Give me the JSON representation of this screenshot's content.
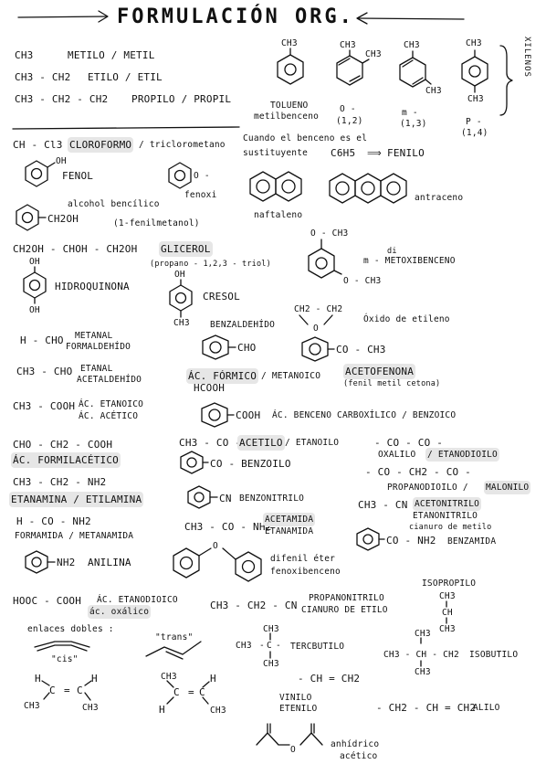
{
  "title": "FORMULACIÓN ORG.",
  "alkyl": [
    {
      "f": "CH3",
      "n": "METILO / METIL"
    },
    {
      "f": "CH3 - CH2",
      "n": "ETILO / ETIL"
    },
    {
      "f": "CH3 - CH2 - CH2",
      "n": "PROPILO / PROPIL"
    }
  ],
  "xylenes": {
    "ch3": "CH3",
    "toluene": [
      "TOLUENO",
      "metilbenceno"
    ],
    "ortho": [
      "O -",
      "(1,2)"
    ],
    "meta": [
      "m -",
      "(1,3)"
    ],
    "para": [
      "P -",
      "(1,4)"
    ],
    "label": "XILENOS"
  },
  "chloroform": {
    "f": "CH - Cl3",
    "n": "CLOROFORMO",
    "alt": "/ triclorometano"
  },
  "fenilo": {
    "l1": "Cuando el benceno es el",
    "l2": "sustituyente",
    "f": "C6H5",
    "arrow": "⟹",
    "n": "FENILO"
  },
  "fenol": {
    "oh": "OH",
    "n": "FENOL"
  },
  "fenoxi": {
    "o": "O -",
    "n": "fenoxi"
  },
  "naftaleno": "naftaleno",
  "antraceno": "antraceno",
  "bencilico": {
    "l1": "alcohol bencílico",
    "f": "CH2OH",
    "l2": "(1-fenilmetanol)"
  },
  "glicerol": {
    "f": "CH2OH - CHOH - CH2OH",
    "n": "GLICEROL",
    "p": "(propano - 1,2,3 - triol)"
  },
  "dimetoxi": {
    "a": "O - CH3",
    "b": "O - CH3",
    "di": "di",
    "n": "m - METOXIBENCENO"
  },
  "hidroquinona": {
    "oh1": "OH",
    "oh2": "OH",
    "n": "HIDROQUINONA"
  },
  "cresol": {
    "oh": "OH",
    "ch3": "CH3",
    "n": "CRESOL"
  },
  "oxido": {
    "f": "CH2 - CH2",
    "o": "O",
    "n": "Óxido de etileno"
  },
  "metanal": {
    "f": "H - CHO",
    "n1": "METANAL",
    "n2": "FORMALDEHÍDO"
  },
  "benzaldehido": {
    "n": "BENZALDEHÍDO",
    "f": "CHO"
  },
  "etanal": {
    "f": "CH3 - CHO",
    "n1": "ETANAL",
    "n2": "ACETALDEHÍDO"
  },
  "formico": {
    "n": "ÁC. FÓRMICO",
    "alt": "/ METANOICO",
    "f": "HCOOH"
  },
  "acetofenona": {
    "f": "CO - CH3",
    "n": "ACETOFENONA",
    "alt": "(fenil metil cetona)"
  },
  "etanoico": {
    "f": "CH3 - COOH",
    "n1": "ÁC. ETANOICO",
    "n2": "ÁC. ACÉTICO"
  },
  "benzoico": {
    "f": "COOH",
    "n": "ÁC. BENCENO CARBOXÍLICO / BENZOICO"
  },
  "formilacetico": {
    "f": "CHO - CH2 - COOH",
    "n": "ÁC. FORMILACÉTICO"
  },
  "acetilo": {
    "f": "CH3 - CO -",
    "n": "ACETILO",
    "alt": "/ ETANOILO"
  },
  "oxalilo": {
    "f": "- CO - CO -",
    "n1": "OXALILO",
    "n2": "/ ETANODIOILO"
  },
  "benzoilo": {
    "f": "CO - BENZOILO"
  },
  "propanodioilo": {
    "f": "- CO - CH2 - CO -",
    "n1": "PROPANODIOILO /",
    "n2": "MALONILO"
  },
  "etanamina": {
    "f": "CH3 - CH2 - NH2",
    "n": "ETANAMINA / ETILAMINA"
  },
  "benzonitrilo": {
    "f": "CN",
    "n": "BENZONITRILO"
  },
  "acetonitrilo": {
    "f": "CH3 - CN",
    "n1": "ACETONITRILO",
    "n2": "ETANONITRILO",
    "n3": "cianuro de metilo"
  },
  "formamida": {
    "f": "H - CO - NH2",
    "n": "FORMAMIDA / METANAMIDA"
  },
  "acetamida": {
    "f": "CH3 - CO - NH2",
    "n1": "ACETAMIDA",
    "n2": "ETANAMIDA"
  },
  "benzamida": {
    "f": "CO - NH2",
    "n": "BENZAMIDA"
  },
  "anilina": {
    "f": "NH2",
    "n": "ANILINA"
  },
  "difenil": {
    "o": "O",
    "n1": "difenil éter",
    "n2": "fenoxibenceno"
  },
  "oxalico": {
    "f": "HOOC - COOH",
    "n1": "ÁC. ETANODIOICO",
    "n2": "ác. oxálico"
  },
  "propanonitrilo": {
    "f": "CH3 - CH2 - CN",
    "n1": "PROPANONITRILO",
    "n2": "CIANURO DE ETILO"
  },
  "isopropilo": {
    "n": "ISOPROPILO",
    "a": "CH3",
    "b": "CH",
    "c": "CH3"
  },
  "dobles": {
    "l": "enlaces dobles :",
    "cis": "\"cis\"",
    "trans": "\"trans\"",
    "h": "H",
    "c": "C",
    "ch3": "CH3",
    "eq": "="
  },
  "terbutilo": {
    "ch3": "CH3",
    "c": "C",
    "n": "TERCBUTILO"
  },
  "isobutilo": {
    "f": "CH3 - CH - CH2",
    "a": "CH3",
    "b": "CH3",
    "n": "ISOBUTILO"
  },
  "vinilo": {
    "f": "- CH = CH2",
    "n1": "VINILO",
    "n2": "ETENILO"
  },
  "alilo": {
    "f": "- CH2 - CH = CH2",
    "n": "ALILO"
  },
  "anhidrido": {
    "o": "O",
    "n1": "anhídrico",
    "n2": "acético"
  }
}
